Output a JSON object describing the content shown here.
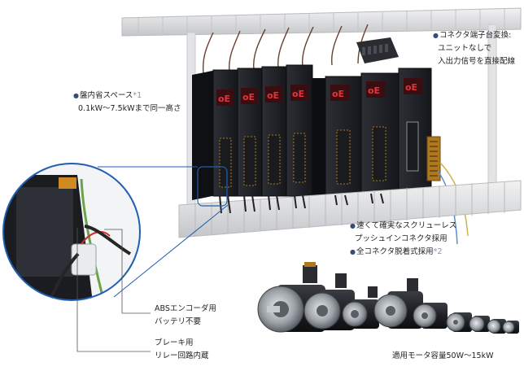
{
  "labels": {
    "space_line1": "盤内省スペース",
    "space_note": "*1",
    "space_line2": "0.1kW～7.5kWまで同一高さ",
    "connector_line1": "コネクタ端子台変換:",
    "connector_line2": "ユニットなしで",
    "connector_line3": "入出力信号を直接配線",
    "screwless_line1": "速くて確実なスクリューレス",
    "screwless_line2": "プッシュインコネクタ採用",
    "detach_line1": "全コネクタ脱着式採用",
    "detach_note": "*2",
    "abs_line1": "ABSエンコーダ用",
    "abs_line2": "バッテリ不要",
    "brake_line1": "ブレーキ用",
    "brake_line2": "リレー回路内蔵",
    "motor_line1": "適用モータ容量50W～15kW"
  },
  "drive_display_text": "oE",
  "colors": {
    "drive_body": "#1d1f24",
    "display_red": "#d8242b",
    "connector_orange": "#b0781e",
    "rail": "#d9dadc",
    "callout_blue": "#1f5fb0",
    "motor_metal": "#9aa0a6"
  }
}
